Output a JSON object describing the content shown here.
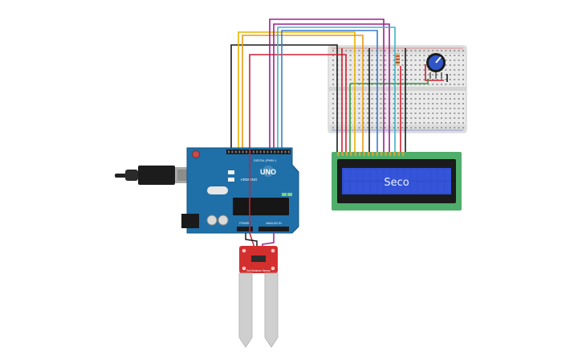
{
  "lcd": {
    "text": "Seco",
    "text_color": "#eef3ff",
    "bg_color": "#2f4fd0",
    "frame_color": "#4fae6b"
  },
  "arduino": {
    "brand_label": "UNO",
    "maker_label": "ARDUINO",
    "digital_header_label": "DIGITAL (PWM~)",
    "power_header_label": "POWER",
    "analog_header_label": "ANALOG IN",
    "board_color": "#1f6fa8"
  },
  "sensor": {
    "label": "Soil Moisture Sensor",
    "board_color": "#d32f2f"
  },
  "wire_colors": {
    "black": "#1a1a1a",
    "yellow": "#e8b400",
    "orange": "#e89a10",
    "red": "#cc2233",
    "purple": "#a0208c",
    "blue": "#3a7bd5",
    "cyan": "#3fb3c8",
    "green": "#2e9a3a"
  }
}
